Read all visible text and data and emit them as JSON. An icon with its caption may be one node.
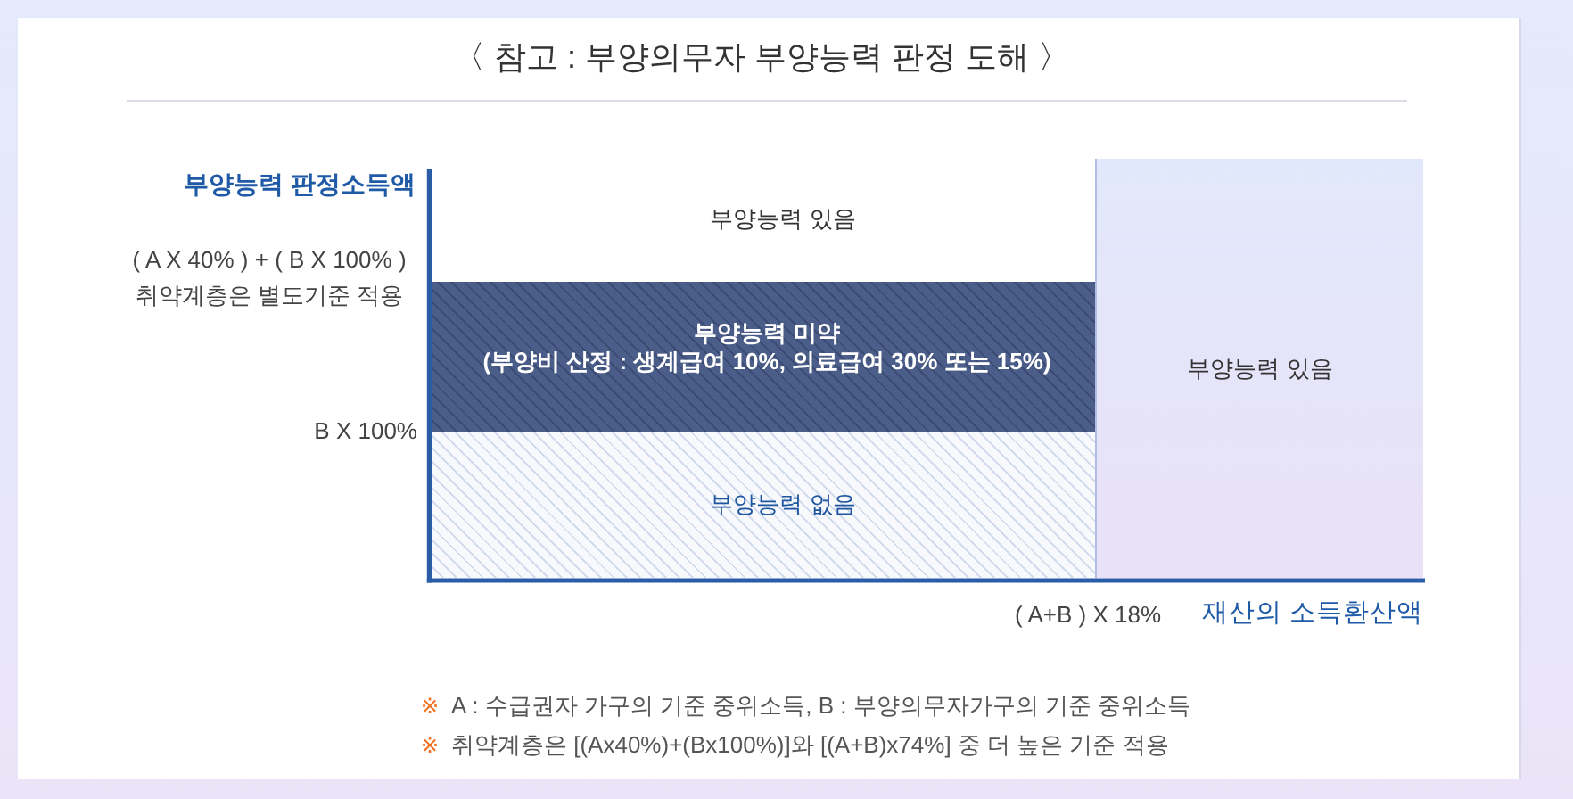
{
  "diagram": {
    "title": "〈 참고 : 부양의무자 부양능력 판정 도해 〉",
    "nodes": [
      {
        "text": [
          "부양능력 있음"
        ]
      },
      {
        "text": [
          "부양능력 미약",
          "(부양비 산정 : 생계급여 10%, 의료급여 30% 또는 15%)"
        ]
      },
      {
        "text": [
          "부양능력 없음"
        ]
      },
      {
        "text": [
          "부양능력 있음"
        ]
      }
    ],
    "labels": [
      "부양능력 판정소득액",
      "( A X 40% ) + ( B X 100% )",
      "취약계층은 별도기준 적용",
      "B X 100%",
      "( A+B ) X 18%",
      "재산의 소득환산액",
      "※",
      "A : 수급권자 가구의 기준 중위소득, B : 부양의무자가구의 기준 중위소득",
      "※",
      "취약계층은 [(Ax40%)+(Bx100%)]와 [(A+B)x74%] 중 더 높은 기준 적용"
    ]
  }
}
